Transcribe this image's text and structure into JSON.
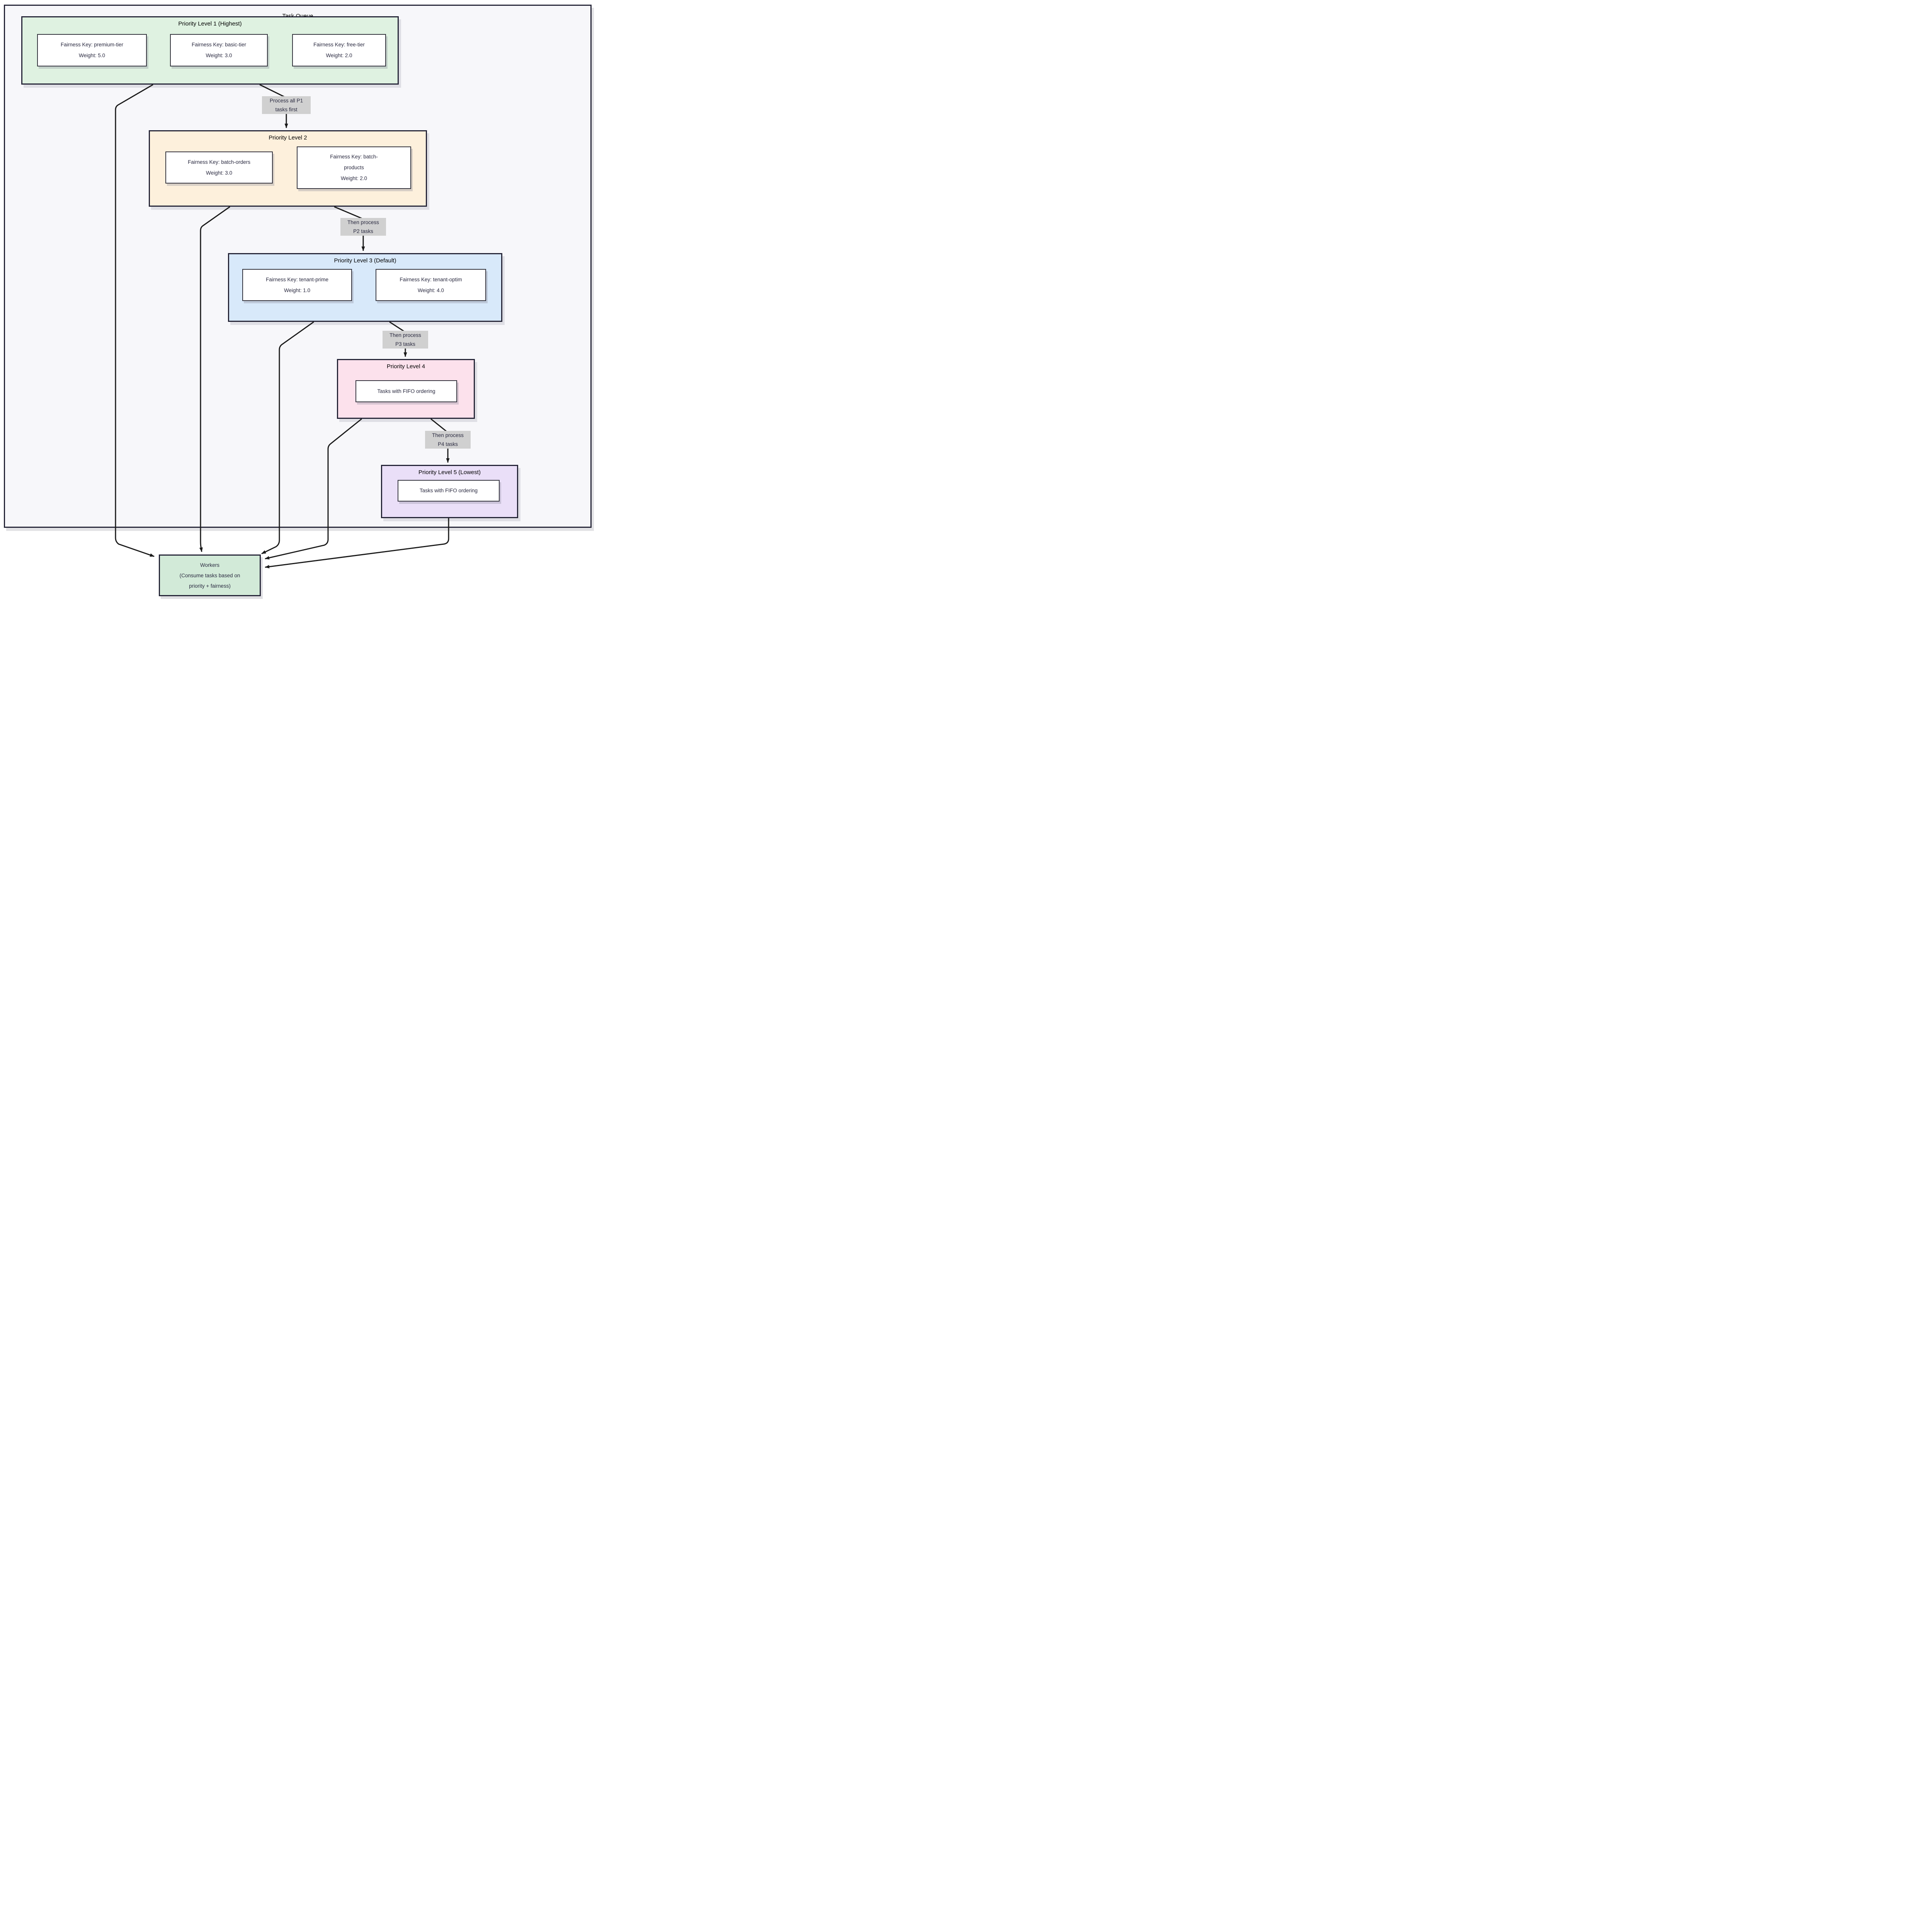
{
  "diagram": {
    "title": "Task Queue",
    "colors": {
      "container_fill": "#f7f7fa",
      "border": "#262638",
      "arrow": "#1a1a1a",
      "edge_label_bg": "#d0d0d0",
      "text": "#2a2a40",
      "p1_fill": "#dff2e1",
      "p2_fill": "#fdf0dc",
      "p3_fill": "#d8e9fa",
      "p4_fill": "#fce1ec",
      "p5_fill": "#eadff8",
      "workers_fill": "#d2ead8"
    },
    "levels": [
      {
        "title": "Priority Level 1 (Highest)",
        "fill": "#dff2e1",
        "cards": [
          "Fairness Key: premium-tier\nWeight: 5.0",
          "Fairness Key: basic-tier\nWeight: 3.0",
          "Fairness Key: free-tier\nWeight: 2.0"
        ]
      },
      {
        "title": "Priority Level 2",
        "fill": "#fdf0dc",
        "cards": [
          "Fairness Key: batch-orders\nWeight: 3.0",
          "Fairness Key: batch-\nproducts\nWeight: 2.0"
        ]
      },
      {
        "title": "Priority Level 3 (Default)",
        "fill": "#d8e9fa",
        "cards": [
          "Fairness Key: tenant-prime\nWeight: 1.0",
          "Fairness Key: tenant-optim\nWeight: 4.0"
        ]
      },
      {
        "title": "Priority Level 4",
        "fill": "#fce1ec",
        "cards": [
          "Tasks with FIFO ordering"
        ]
      },
      {
        "title": "Priority Level 5 (Lowest)",
        "fill": "#eadff8",
        "cards": [
          "Tasks with FIFO ordering"
        ]
      }
    ],
    "edge_labels": [
      "Process all P1\ntasks first",
      "Then process\nP2 tasks",
      "Then process\nP3 tasks",
      "Then process\nP4 tasks"
    ],
    "workers_label": "Workers\n(Consume tasks based on\npriority + fairness)"
  }
}
